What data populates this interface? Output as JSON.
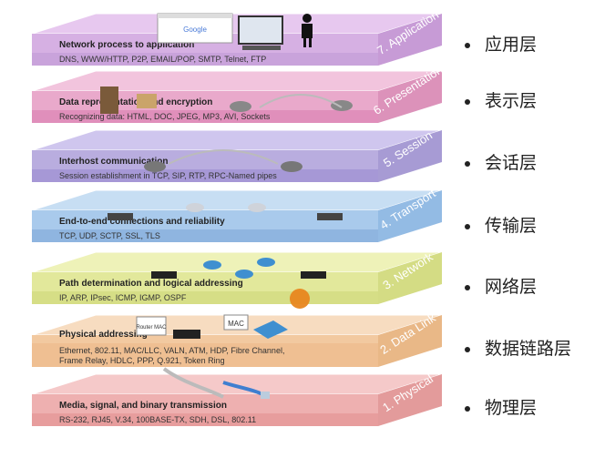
{
  "layers": [
    {
      "num": "7. Application",
      "title": "Network process to application",
      "desc": "DNS, WWW/HTTP, P2P, EMAIL/POP, SMTP, Telnet, FTP",
      "top": "#e7c8ef",
      "front": "#d6b0e3",
      "side": "#c79bd6",
      "strip": "#c9a3db",
      "zh": "应用层"
    },
    {
      "num": "6. Presentation",
      "title": "Data representation and encryption",
      "desc": "Recognizing data: HTML, DOC, JPEG, MP3, AVI, Sockets",
      "top": "#f2c4dd",
      "front": "#e9a9cb",
      "side": "#dc92ba",
      "strip": "#e08fbb",
      "zh": "表示层"
    },
    {
      "num": "5. Session",
      "title": "Interhost communication",
      "desc": "Session establishment in TCP, SIP, RTP, RPC-Named pipes",
      "top": "#cfc6ee",
      "front": "#b9addf",
      "side": "#a79bd4",
      "strip": "#a698d6",
      "zh": "会话层"
    },
    {
      "num": "4. Transport",
      "title": "End-to-end connections and reliability",
      "desc": "TCP, UDP, SCTP, SSL, TLS",
      "top": "#c7def3",
      "front": "#a9caec",
      "side": "#93bbe4",
      "strip": "#8fb5e0",
      "zh": "传输层"
    },
    {
      "num": "3. Network",
      "title": "Path determination and logical addressing",
      "desc": "IP, ARP, IPsec, ICMP, IGMP, OSPF",
      "top": "#eef2b8",
      "front": "#e2e89b",
      "side": "#d4dc84",
      "strip": "#d6de86",
      "zh": "网络层"
    },
    {
      "num": "2. Data Link",
      "title": "Physical addressing",
      "desc": "Ethernet, 802.11, MAC/LLC, VALN, ATM, HDP, Fibre Channel,",
      "desc2": "Frame Relay, HDLC, PPP, Q.921, Token Ring",
      "top": "#f7dcc0",
      "front": "#f2c9a0",
      "side": "#e9b887",
      "strip": "#efbf92",
      "zh": "数据链路层"
    },
    {
      "num": "1. Physical",
      "title": "Media, signal, and binary transmission",
      "desc": "RS-232, RJ45, V.34, 100BASE-TX, SDH, DSL, 802.11",
      "top": "#f5c9c9",
      "front": "#eeb0b0",
      "side": "#e39b9b",
      "strip": "#e79d9d",
      "zh": "物理层"
    }
  ],
  "illustrations": {
    "google_text": "Google",
    "router_mac_label": "Router MAC",
    "mac_label": "MAC"
  }
}
